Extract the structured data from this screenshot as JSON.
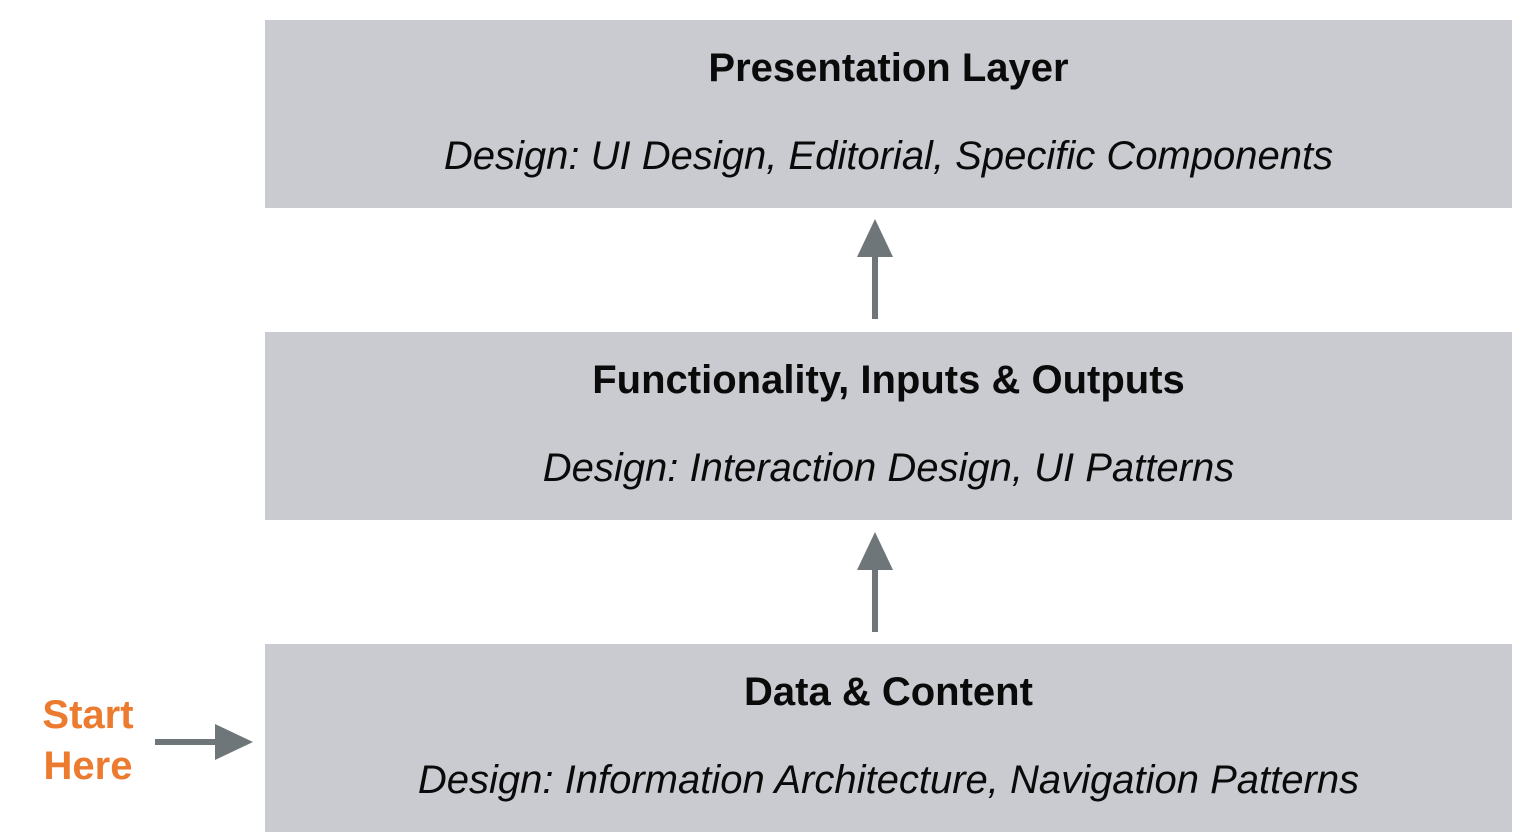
{
  "layers": {
    "presentation": {
      "title": "Presentation Layer",
      "subtitle": "Design: UI Design, Editorial, Specific Components"
    },
    "functionality": {
      "title": "Functionality, Inputs & Outputs",
      "subtitle": "Design: Interaction Design, UI Patterns"
    },
    "data": {
      "title": "Data & Content",
      "subtitle": "Design: Information Architecture, Navigation Patterns"
    }
  },
  "start": {
    "line1": "Start",
    "line2": "Here"
  },
  "colors": {
    "layer_fill": "#c9cbd0",
    "arrow": "#6f767a",
    "start_accent": "#ec7a2f",
    "text": "#0a0a0a"
  }
}
